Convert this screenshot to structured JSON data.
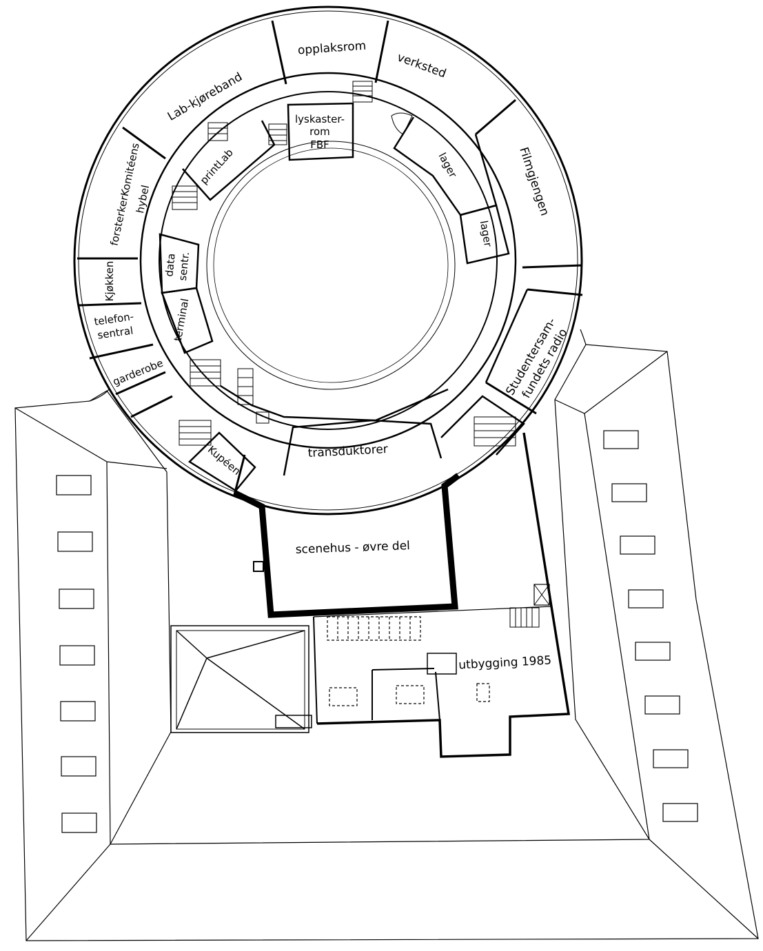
{
  "rooms": {
    "opplaksrom": "opplaksrom",
    "verksted": "verksted",
    "lab_kjoreband": "Lab-kjøreband",
    "lyskasterrom_1": "lyskaster-",
    "lyskasterrom_2": "rom",
    "lyskasterrom_3": "FBF",
    "lager_1": "lager",
    "lager_2": "lager",
    "filmgjengen": "Filmgjengen",
    "forsterkerkomiteens": "forsterkerKomitéens",
    "hybel": "hybel",
    "printlab": "printLab",
    "data_sentr_1": "data",
    "data_sentr_2": "sentr.",
    "kjokken": "Kjøkken",
    "terminal": "terminal",
    "telefonsentral_1": "telefon-",
    "telefonsentral_2": "sentral",
    "garderobe": "garderobe",
    "studentersamfundets_1": "Studentersam-",
    "studentersamfundets_2": "fundets radio",
    "kupeen": "Kupéen",
    "transduktorer": "transduktorer",
    "scenehus": "scenehus - øvre del",
    "utbygging": "utbygging 1985"
  }
}
